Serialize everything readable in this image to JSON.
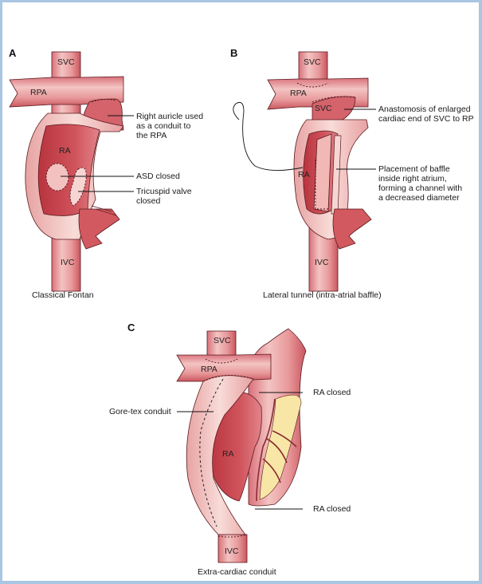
{
  "figure": {
    "panels": [
      {
        "id": "A",
        "label": "A",
        "caption": "Classical Fontan",
        "vessel_labels": {
          "svc": "SVC",
          "rpa": "RPA",
          "ra": "RA",
          "ivc": "IVC"
        },
        "annotations": [
          {
            "lines": [
              "Right auricle used",
              "as a conduit to",
              "the RPA"
            ]
          },
          {
            "lines": [
              "ASD closed"
            ]
          },
          {
            "lines": [
              "Tricuspid valve",
              "closed"
            ]
          }
        ]
      },
      {
        "id": "B",
        "label": "B",
        "caption": "Lateral tunnel (intra-atrial baffle)",
        "vessel_labels": {
          "svc": "SVC",
          "rpa": "RPA",
          "svc2": "SVC",
          "ra": "RA",
          "ivc": "IVC"
        },
        "annotations": [
          {
            "lines": [
              "Anastomosis of enlarged",
              "cardiac end of SVC to RP"
            ]
          },
          {
            "lines": [
              "Placement of baffle",
              "inside right atrium,",
              "forming a channel with",
              "a decreased diameter"
            ]
          }
        ]
      },
      {
        "id": "C",
        "label": "C",
        "caption": "Extra-cardiac conduit",
        "vessel_labels": {
          "svc": "SVC",
          "rpa": "RPA",
          "ra": "RA",
          "ivc": "IVC"
        },
        "annotations": [
          {
            "lines": [
              "RA closed"
            ]
          },
          {
            "lines": [
              "Gore-tex conduit"
            ]
          },
          {
            "lines": [
              "RA closed"
            ]
          }
        ]
      }
    ],
    "colors": {
      "vessel": "#e8989a",
      "vessel_light": "#f6d2cf",
      "chamber": "#c8474f",
      "chamber_dark": "#a8303a",
      "outline": "#5a1a1e",
      "fat": "#f7e6a6",
      "frame": "#a9c6e3"
    }
  }
}
